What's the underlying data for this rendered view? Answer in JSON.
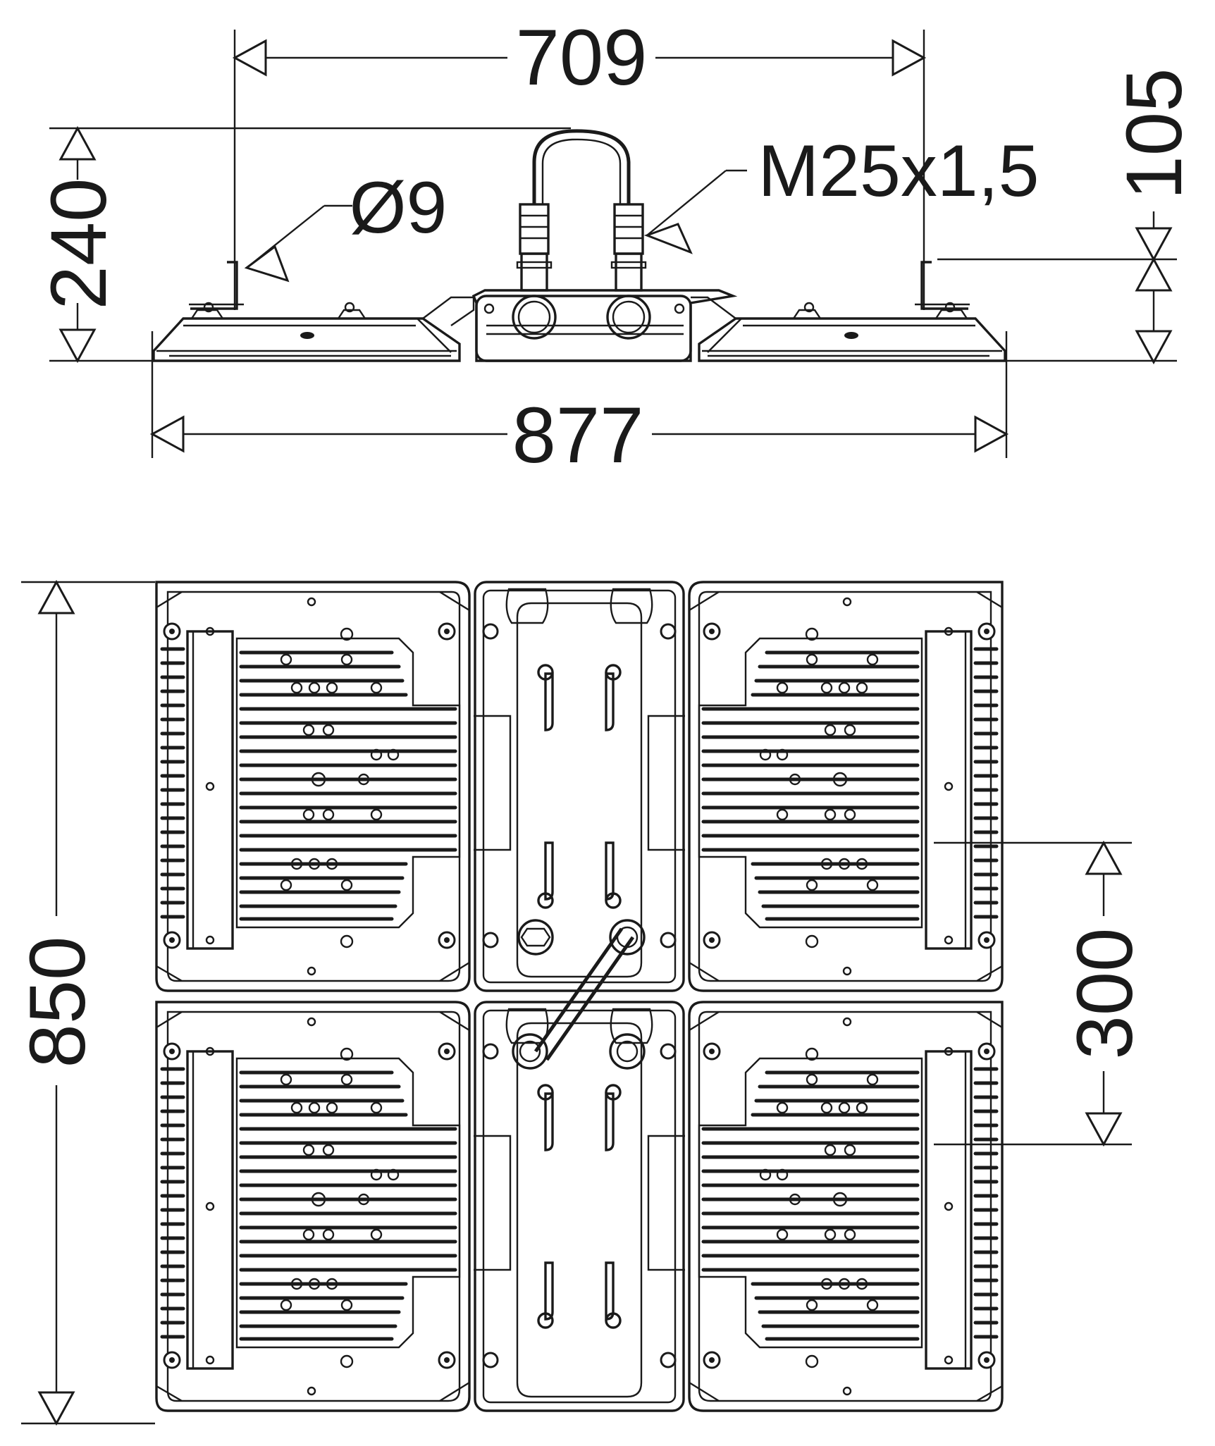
{
  "drawing": {
    "side_view": {
      "dim_top_width": "709",
      "dim_height": "240",
      "dim_hole": "Ø9",
      "dim_thread": "M25x1,5",
      "dim_bracket_height": "105",
      "dim_overall_width": "877"
    },
    "top_view": {
      "dim_length": "850",
      "dim_spacing": "300"
    }
  },
  "colors": {
    "line": "#1a1a1a",
    "background": "#ffffff"
  }
}
